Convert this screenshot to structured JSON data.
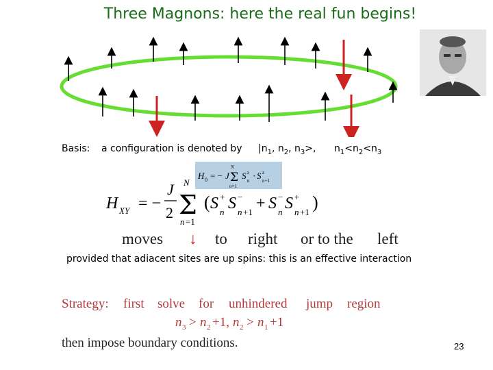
{
  "title": "Three Magnons: here  the real fun begins!",
  "photo": {
    "icon": "portrait-photo"
  },
  "colors": {
    "title": "#1a6b1a",
    "ring": "#66dd33",
    "down_arrow": "#cc2222",
    "strategy": "#b33a3a",
    "formula_box": "#b6cfe2"
  },
  "basis": {
    "label": "Basis:",
    "text": "a configuration is denoted by",
    "ket": "|n1, n2, n3>,",
    "ordering": "n1<n2<n3"
  },
  "formulas": {
    "h0": "H0 = −J Σ(n=1..N) Sn · Sn+1",
    "hxy": "HXY = −(J/2) Σ(n=1..N) (S+n S−n+1 + S−n S+n+1)",
    "region": "n3 > n2 + 1, n2 > n1 + 1"
  },
  "moves": {
    "word": "moves",
    "arrow": "↓",
    "to": "to",
    "right": "right",
    "or_to_the": "or to the",
    "left": "left"
  },
  "provided": "provided that  adiacent sites are  up spins: this is an effective  interaction",
  "strategy": {
    "label": "Strategy:",
    "words": [
      "first",
      "solve",
      "for",
      "unhindered",
      "jump",
      "region"
    ]
  },
  "then_line": "then  impose boundary  conditions.",
  "page_number": "23"
}
